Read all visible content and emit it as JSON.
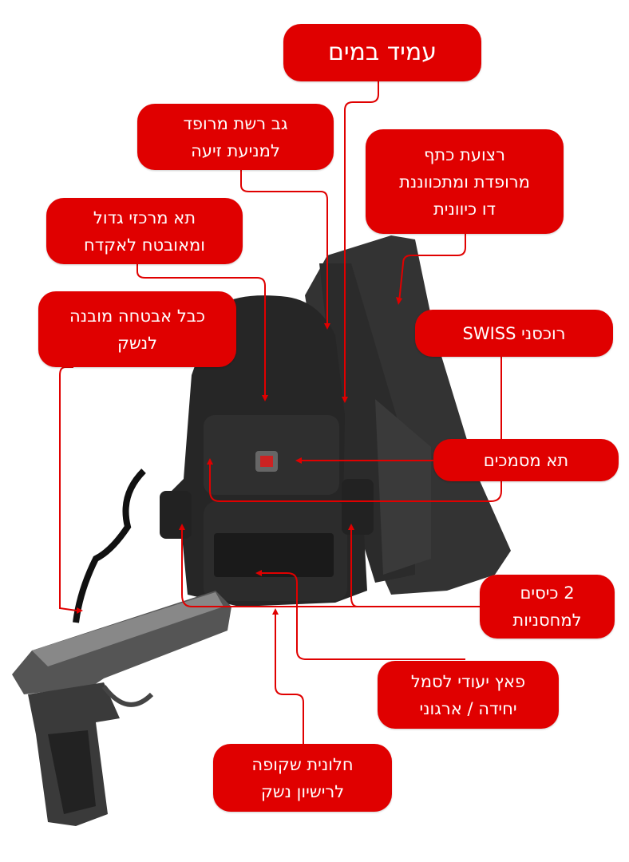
{
  "colors": {
    "accent": "#e00000",
    "bag": "#2a2a2a",
    "text": "#ffffff"
  },
  "callouts": {
    "waterproof": {
      "lines": [
        "עמיד במים"
      ]
    },
    "mesh_back": {
      "lines": [
        "גב רשת מרופד",
        "למניעת זיעה"
      ]
    },
    "shoulder_strap": {
      "lines": [
        "רצועת כתף",
        "מרופדת ומתכווננת",
        "דו כיוונית"
      ]
    },
    "main_compartment": {
      "lines": [
        "תא מרכזי גדול",
        "ומאובטח לאקדח"
      ]
    },
    "security_cable": {
      "lines": [
        "כבל אבטחה מובנה",
        "לנשק"
      ]
    },
    "zippers": {
      "lines": [
        "רוכסני SWISS"
      ]
    },
    "documents": {
      "lines": [
        "תא מסמכים"
      ]
    },
    "mag_pockets": {
      "lines": [
        "2 כיסים",
        "למחסניות"
      ]
    },
    "patch": {
      "lines": [
        "פאץ יעודי לסמל",
        "יחידה / ארגוני"
      ]
    },
    "license_window": {
      "lines": [
        "חלונית שקופה",
        "לרישיון נשק"
      ]
    }
  }
}
